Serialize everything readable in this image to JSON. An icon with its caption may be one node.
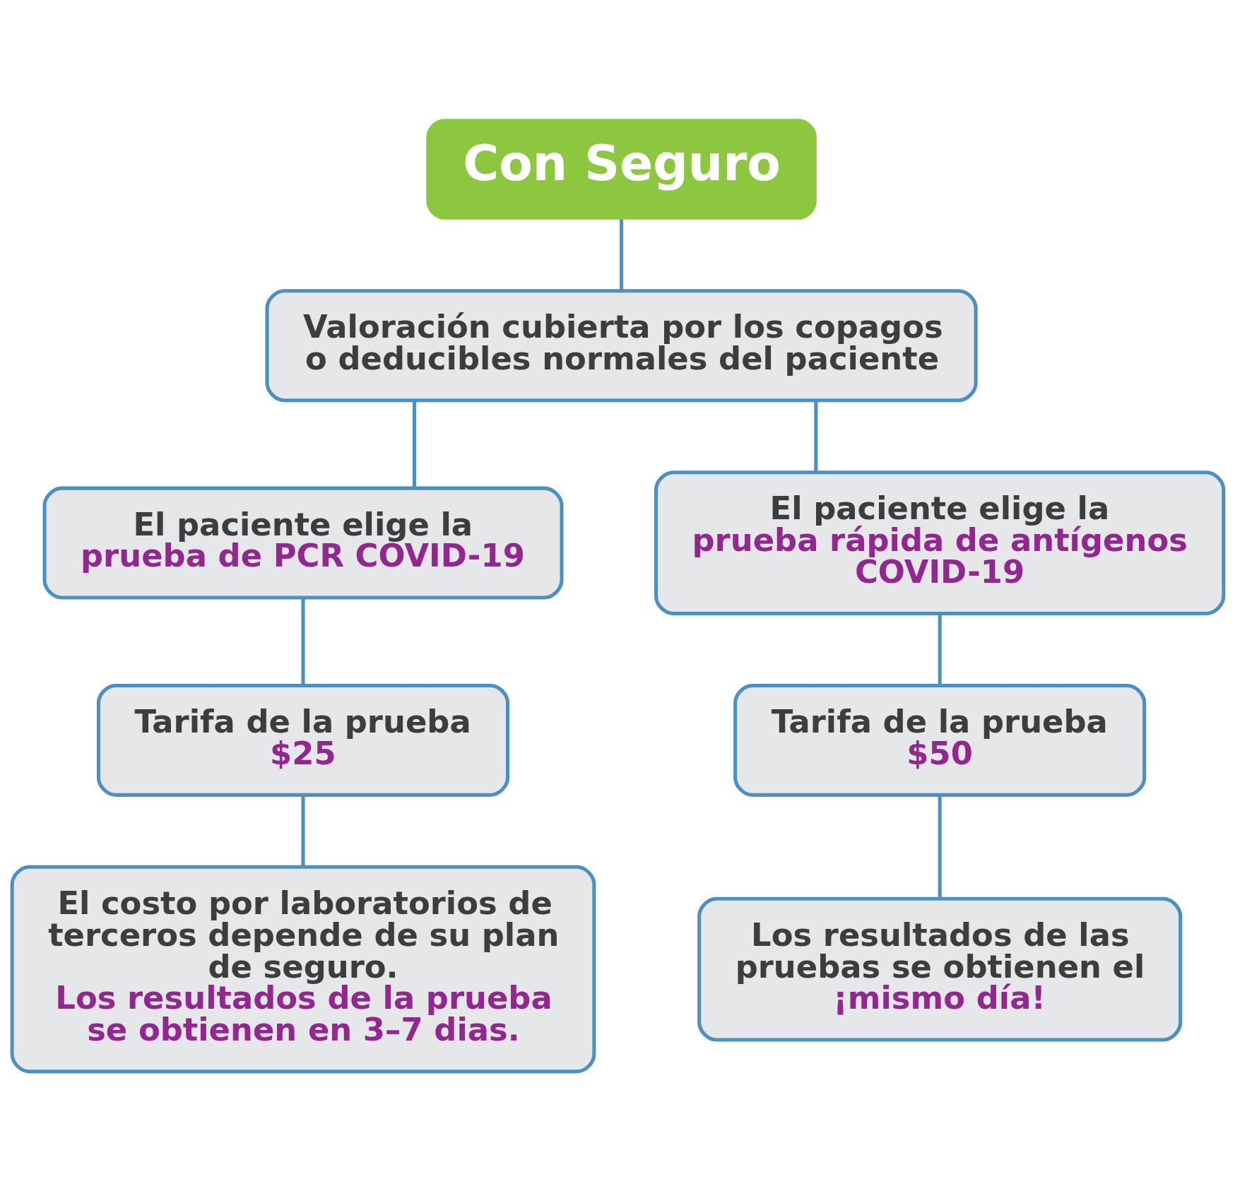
{
  "diagram": {
    "nodes": [
      {
        "text": [
          "Con Seguro"
        ]
      },
      {
        "text": [
          "Valoración cubierta por los copagos o deducibles normales del paciente"
        ]
      },
      {
        "text": [
          "El paciente elige la",
          "prueba de PCR COVID-19"
        ]
      },
      {
        "text": [
          "El paciente elige la",
          "prueba rápida de antígenos COVID-19"
        ]
      },
      {
        "text": [
          "Tarifa de la prueba",
          "$25"
        ]
      },
      {
        "text": [
          "Tarifa de la prueba",
          "$50"
        ]
      },
      {
        "text": [
          "El costo por laboratorios de terceros depende de su plan de seguro.",
          "Los resultados de la prueba se obtienen en 3–7 dias."
        ]
      },
      {
        "text": [
          "Los resultados de las pruebas se obtienen el",
          "¡mismo día!"
        ]
      }
    ],
    "edges": [
      {
        "from": 0,
        "to": 1,
        "arrow": "none"
      },
      {
        "from": 1,
        "to": 2,
        "arrow": "none"
      },
      {
        "from": 1,
        "to": 3,
        "arrow": "none"
      },
      {
        "from": 2,
        "to": 4,
        "arrow": "none"
      },
      {
        "from": 3,
        "to": 5,
        "arrow": "none"
      },
      {
        "from": 4,
        "to": 6,
        "arrow": "none"
      },
      {
        "from": 5,
        "to": 7,
        "arrow": "none"
      }
    ]
  }
}
